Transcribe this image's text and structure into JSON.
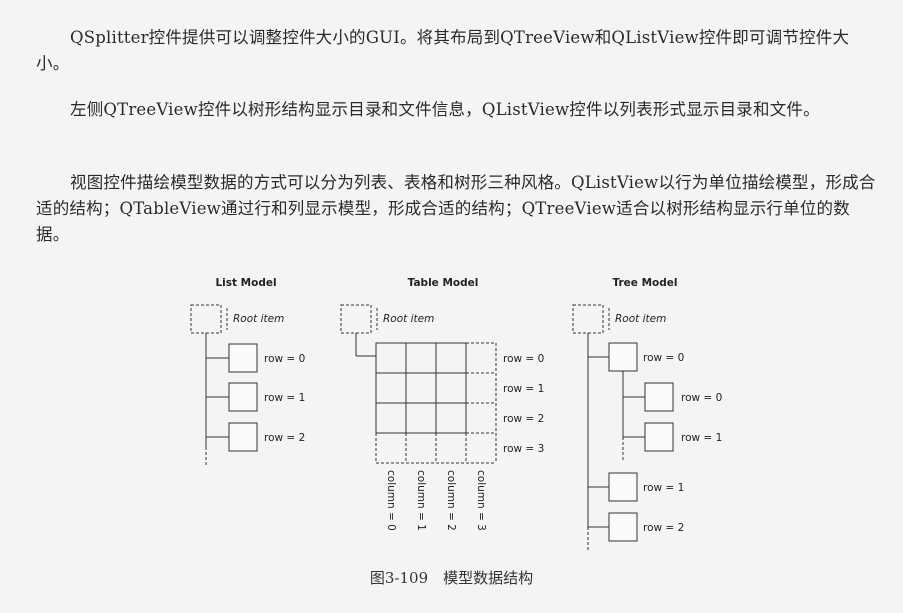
{
  "paragraphs": [
    "QSplitter控件提供可以调整控件大小的GUI。将其布局到QTreeView和QListView控件即可调节控件大小。",
    "左侧QTreeView控件以树形结构显示目录和文件信息，QListView控件以列表形式显示目录和文件。",
    "视图控件描绘模型数据的方式可以分为列表、表格和树形三种风格。QListView以行为单位描绘模型，形成合适的结构；QTableView通过行和列显示模型，形成合适的结构；QTreeView适合以树形结构显示行单位的数据。"
  ],
  "figure": {
    "list_model": {
      "title": "List Model",
      "root": "Root item",
      "rows": [
        "row = 0",
        "row = 1",
        "row = 2"
      ]
    },
    "table_model": {
      "title": "Table Model",
      "root": "Root item",
      "rows": [
        "row = 0",
        "row = 1",
        "row = 2",
        "row = 3"
      ],
      "columns": [
        "column = 0",
        "column = 1",
        "column = 2",
        "column = 3"
      ]
    },
    "tree_model": {
      "title": "Tree Model",
      "root": "Root item",
      "rows": [
        "row = 0",
        "row = 0",
        "row = 1",
        "row = 1",
        "row = 2"
      ]
    }
  },
  "caption": "图3-109　模型数据结构"
}
